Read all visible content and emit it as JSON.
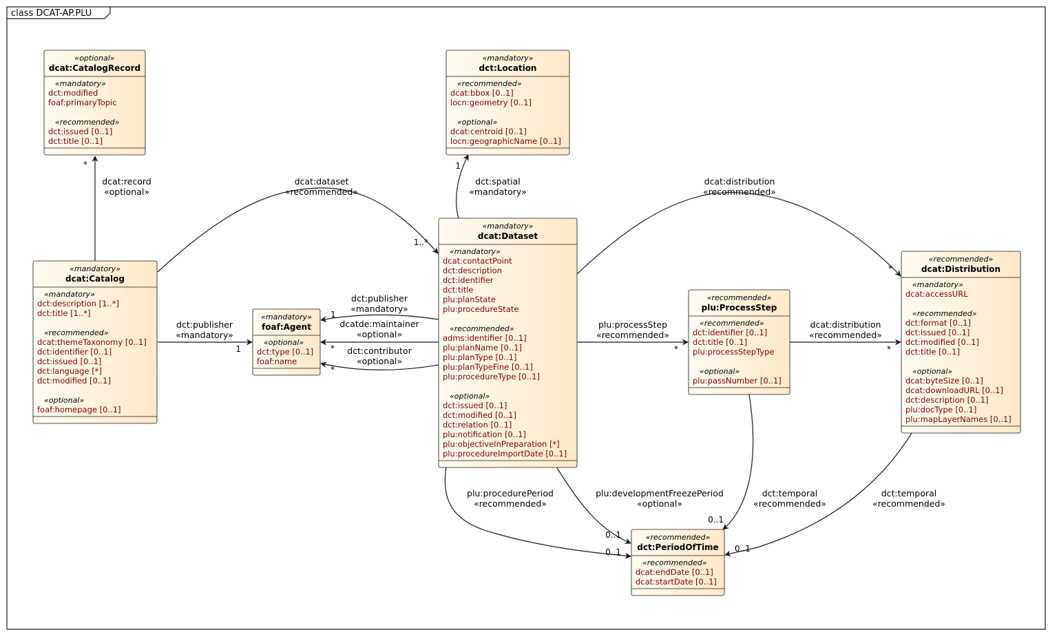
{
  "frame": {
    "title": "class DCAT-AP.PLU"
  },
  "classes": {
    "catalogRecord": {
      "stereotype": "«optional»",
      "name": "dcat:CatalogRecord",
      "groups": [
        {
          "stereotype": "«mandatory»",
          "attrs": [
            "dct:modified",
            "foaf:primaryTopic"
          ]
        },
        {
          "stereotype": "«recommended»",
          "attrs": [
            "dct:issued [0..1]",
            "dct:title [0..1]"
          ]
        }
      ]
    },
    "location": {
      "stereotype": "«mandatory»",
      "name": "dct:Location",
      "groups": [
        {
          "stereotype": "«recommended»",
          "attrs": [
            "dcat:bbox [0..1]",
            "locn:geometry [0..1]"
          ]
        },
        {
          "stereotype": "«optional»",
          "attrs": [
            "dcat:centroid [0..1]",
            "locn:geographicName [0..1]"
          ]
        }
      ]
    },
    "catalog": {
      "stereotype": "«mandatory»",
      "name": "dcat:Catalog",
      "groups": [
        {
          "stereotype": "«mandatory»",
          "attrs": [
            "dct:description [1..*]",
            "dct:title [1..*]"
          ]
        },
        {
          "stereotype": "«recommended»",
          "attrs": [
            "dcat:themeTaxonomy [0..1]",
            "dct:identifier [0..1]",
            "dct:issued [0..1]",
            "dct:language [*]",
            "dct:modified [0..1]"
          ]
        },
        {
          "stereotype": "«optional»",
          "attrs": [
            "foaf:homepage [0..1]"
          ]
        }
      ]
    },
    "agent": {
      "stereotype": "«mandatory»",
      "name": "foaf:Agent",
      "groups": [
        {
          "stereotype": "«optional»",
          "attrs": [
            "dct:type [0..1]",
            "foaf:name"
          ]
        }
      ]
    },
    "dataset": {
      "stereotype": "«mandatory»",
      "name": "dcat:Dataset",
      "groups": [
        {
          "stereotype": "«mandatory»",
          "attrs": [
            "dcat:contactPoint",
            "dct:description",
            "dct:identifier",
            "dct:title",
            "plu:planState",
            "plu:procedureState"
          ]
        },
        {
          "stereotype": "«recommended»",
          "attrs": [
            "adms:identifier [0..1]",
            "plu:planName [0..1]",
            "plu:planType [0..1]",
            "plu:planTypeFine [0..1]",
            "plu:procedureType [0..1]"
          ]
        },
        {
          "stereotype": "«optional»",
          "attrs": [
            "dct:issued [0..1]",
            "dct:modified [0..1]",
            "dct:relation [0..1]",
            "plu:notification [0..1]",
            "plu:objectiveInPreparation [*]",
            "plu:procedureImportDate [0..1]"
          ]
        }
      ]
    },
    "processStep": {
      "stereotype": "«recommended»",
      "name": "plu:ProcessStep",
      "groups": [
        {
          "stereotype": "«recommended»",
          "attrs": [
            "dct:identifier [0..1]",
            "dct:title [0..1]",
            "plu:processStepType"
          ]
        },
        {
          "stereotype": "«optional»",
          "attrs": [
            "plu:passNumber [0..1]"
          ]
        }
      ]
    },
    "distribution": {
      "stereotype": "«recommended»",
      "name": "dcat:Distribution",
      "groups": [
        {
          "stereotype": "«mandatory»",
          "attrs": [
            "dcat:accessURL"
          ]
        },
        {
          "stereotype": "«recommended»",
          "attrs": [
            "dct:format [0..1]",
            "dct:issued [0..1]",
            "dct:modified [0..1]",
            "dct:title [0..1]"
          ]
        },
        {
          "stereotype": "«optional»",
          "attrs": [
            "dcat:byteSize [0..1]",
            "dcat:downloadURL [0..1]",
            "dct:description [0..1]",
            "plu:docType [0..1]",
            "plu:mapLayerNames [0..1]"
          ]
        }
      ]
    },
    "periodOfTime": {
      "stereotype": "«recommended»",
      "name": "dct:PeriodOfTime",
      "groups": [
        {
          "stereotype": "«recommended»",
          "attrs": [
            "dcat:endDate [0..1]",
            "dcat:startDate [0..1]"
          ]
        }
      ]
    }
  },
  "edges": {
    "record": {
      "label1": "dcat:record",
      "label2": "«optional»",
      "mult": "*"
    },
    "catDataset": {
      "label1": "dcat:dataset",
      "label2": "«recommended»",
      "mult": "1..*"
    },
    "spatial": {
      "label1": "dct:spatial",
      "label2": "«mandatory»",
      "mult": "1"
    },
    "distribution": {
      "label1": "dcat:distribution",
      "label2": "«recommended»",
      "mult": "*"
    },
    "catPublisher": {
      "label1": "dct:publisher",
      "label2": "«mandatory»",
      "mult": "1"
    },
    "dsPublisher": {
      "label1": "dct:publisher",
      "label2": "«mandatory»",
      "mult": "1"
    },
    "maintainer": {
      "label1": "dcatde:maintainer",
      "label2": "«optional»",
      "mult": "*"
    },
    "contributor": {
      "label1": "dct:contributor",
      "label2": "«optional»",
      "mult": "*"
    },
    "processStep": {
      "label1": "plu:processStep",
      "label2": "«recommended»",
      "mult": "*"
    },
    "psDistribution": {
      "label1": "dcat:distribution",
      "label2": "«recommended»",
      "mult": "*"
    },
    "procedurePeriod": {
      "label1": "plu:procedurePeriod",
      "label2": "«recommended»",
      "mult": "0..1"
    },
    "freezePeriod": {
      "label1": "plu:developmentFreezePeriod",
      "label2": "«optional»",
      "mult": "0..1"
    },
    "psTemporal": {
      "label1": "dct:temporal",
      "label2": "«recommended»",
      "mult": "0..1"
    },
    "distTemporal": {
      "label1": "dct:temporal",
      "label2": "«recommended»",
      "mult": "0..1"
    }
  }
}
